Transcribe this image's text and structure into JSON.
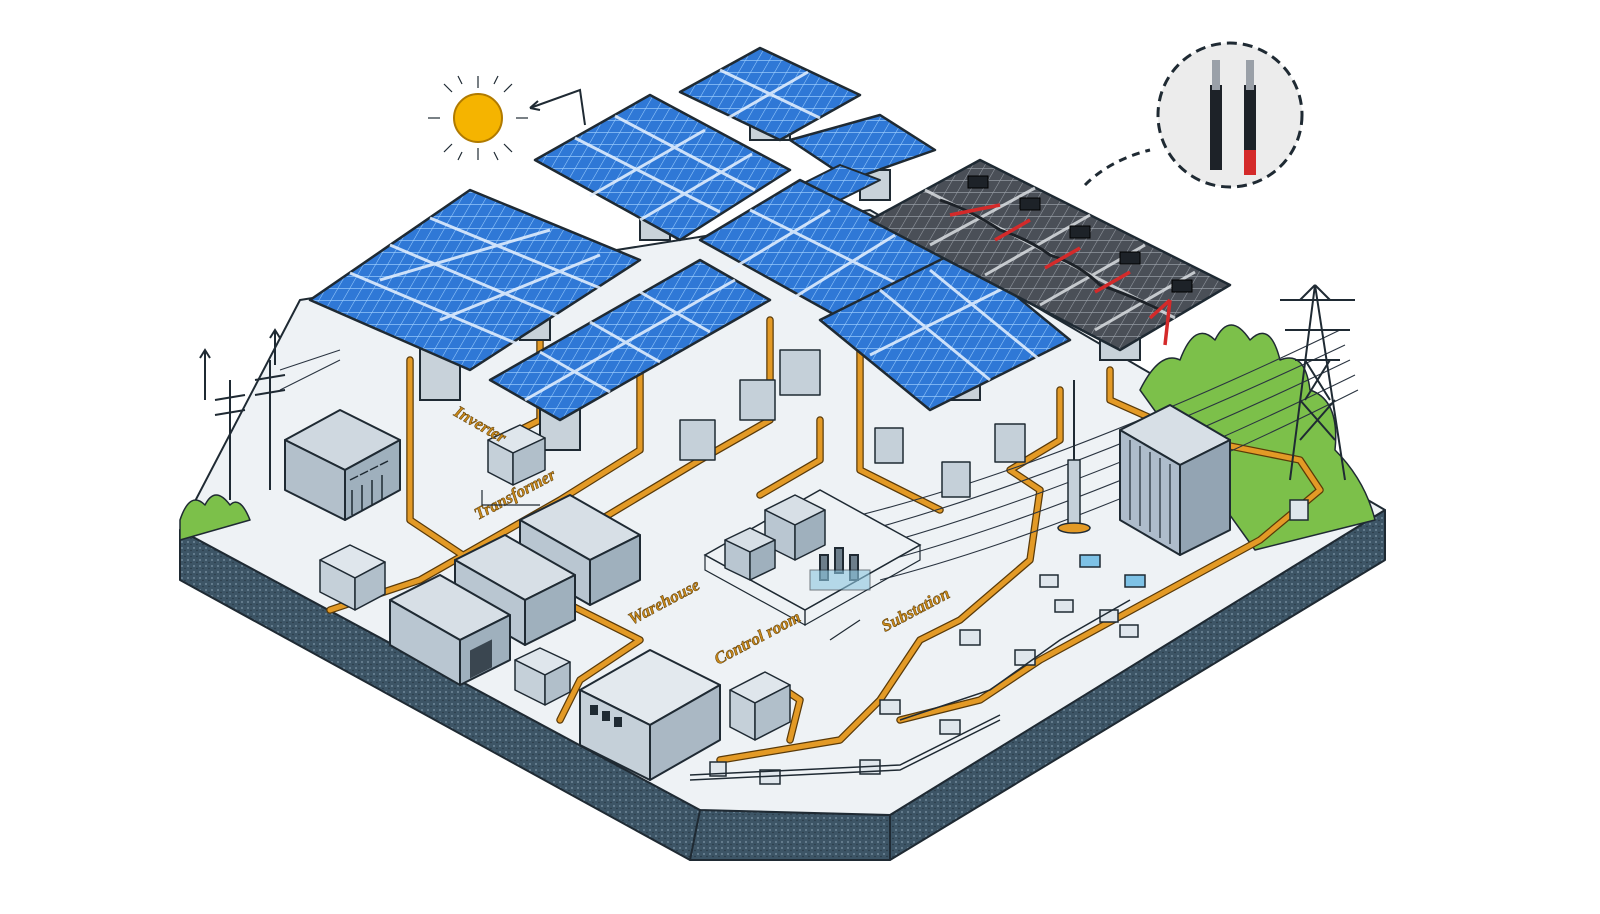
{
  "labels": {
    "inverter": "Inverter",
    "transformer": "Transformer",
    "warehouse": "Warehouse",
    "control_room": "Control room",
    "substation": "Substation"
  },
  "colors": {
    "panel": "#2f78d6",
    "panel_dark_row": "#4a4f57",
    "cable": "#e39a26",
    "ground": "#eef2f5",
    "slab_side": "#3d5566",
    "building": "#b9c6d1",
    "sun": "#f5b400",
    "tree": "#7cc04a"
  },
  "icons": [
    "sun-icon",
    "direction-arrow-icon",
    "connector-detail-icon",
    "transmission-tower-icon",
    "utility-pole-icon"
  ]
}
